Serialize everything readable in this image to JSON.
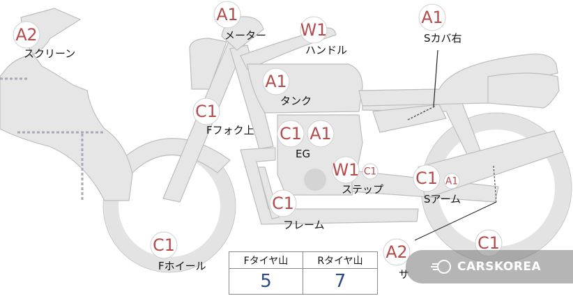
{
  "parts": [
    {
      "id": "screen",
      "grade": "A2",
      "label": "スクリーン"
    },
    {
      "id": "meter",
      "grade": "A1",
      "label": "メーター"
    },
    {
      "id": "handle",
      "grade": "W1",
      "label": "ハンドル"
    },
    {
      "id": "scover-right",
      "grade": "A1",
      "label": "Sカバ右"
    },
    {
      "id": "tank",
      "grade": "A1",
      "label": "タンク"
    },
    {
      "id": "ffork-upper",
      "grade": "C1",
      "label": "Fフォク上"
    },
    {
      "id": "engine",
      "grade": "C1",
      "grade2": "A1",
      "label": "EG"
    },
    {
      "id": "step",
      "grade": "W1",
      "grade2": "C1",
      "label": "ステップ"
    },
    {
      "id": "sarm",
      "grade": "C1",
      "grade2": "A1",
      "label": "Sアーム"
    },
    {
      "id": "frame",
      "grade": "C1",
      "label": "フレーム"
    },
    {
      "id": "fwheel",
      "grade": "C1",
      "label": "Fホイール"
    },
    {
      "id": "muffler",
      "grade": "A2",
      "label": "サ"
    },
    {
      "id": "rwheel",
      "grade": "C1",
      "label": ""
    }
  ],
  "tread_table": {
    "front_label": "Fタイヤ山",
    "rear_label": "Rタイヤ山",
    "front_value": "5",
    "rear_value": "7"
  },
  "watermark": {
    "text": "CARSKOREA",
    "icon": "carskorea-logo-icon"
  }
}
